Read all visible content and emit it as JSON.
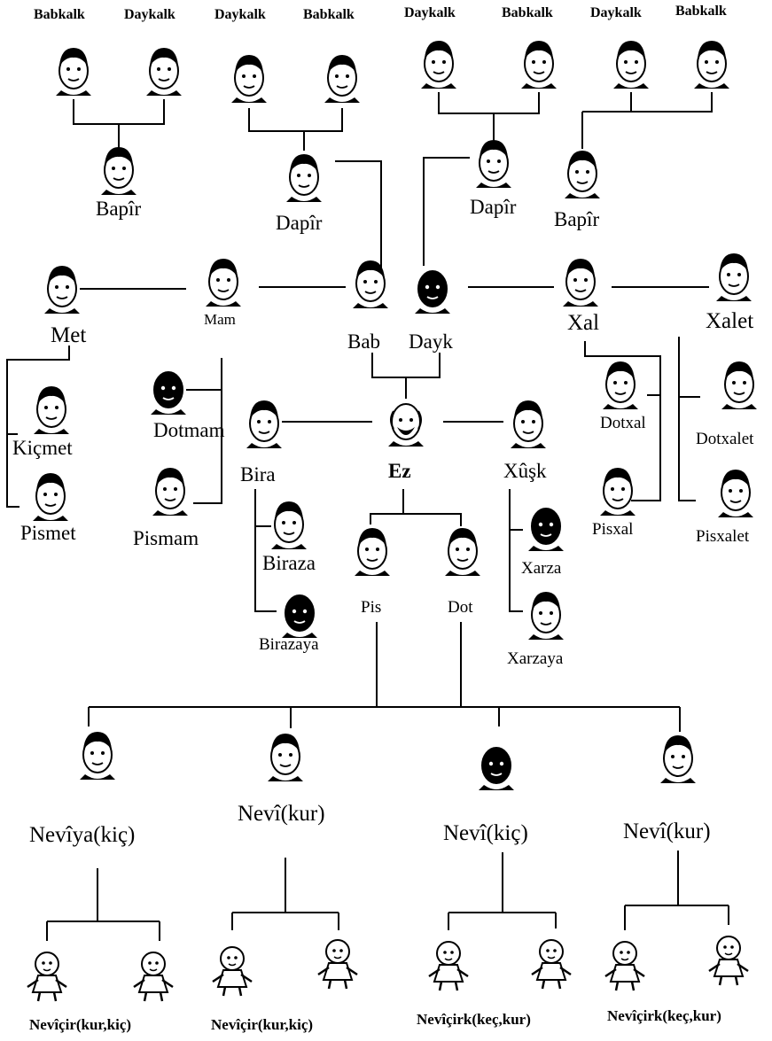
{
  "header": {
    "g1_m": "Babkalk",
    "g1_f": "Daykalk",
    "g2_f": "Daykalk",
    "g2_m": "Babkalk",
    "g3_f": "Daykalk",
    "g3_m": "Babkalk",
    "g4_f": "Daykalk",
    "g4_m": "Babkalk"
  },
  "grandparents": {
    "paternal_grandfather": "Bapîr",
    "paternal_grandmother": "Dapîr",
    "maternal_grandmother": "Dapîr",
    "maternal_grandfather": "Bapîr"
  },
  "parents_gen": {
    "met": "Met",
    "mam": "Mam",
    "bab": "Bab",
    "dayk": "Dayk",
    "xal": "Xal",
    "xalet": "Xalet"
  },
  "cousins": {
    "kicmet": "Kiçmet",
    "pismet": "Pismet",
    "dotmam": "Dotmam",
    "pismam": "Pismam",
    "dotxal": "Dotxal",
    "pisxal": "Pisxal",
    "dotxalet": "Dotxalet",
    "pisxalet": "Pisxalet"
  },
  "ego_gen": {
    "bira": "Bira",
    "ez": "Ez",
    "xusk": "Xûşk",
    "biraza": "Biraza",
    "birazaya": "Birazaya",
    "xarza": "Xarza",
    "xarzaya": "Xarzaya"
  },
  "children": {
    "pis": "Pis",
    "dot": "Dot"
  },
  "grandchildren": {
    "n1": "Nevîya(kiç)",
    "n2": "Nevî(kur)",
    "n3": "Nevî(kiç)",
    "n4": "Nevî(kur)"
  },
  "great_grandchildren": {
    "gg1": "Nevîçir(kur,kiç)",
    "gg2": "Nevîçir(kur,kiç)",
    "gg3": "Nevîçirk(keç,kur)",
    "gg4": "Nevîçirk(keç,kur)"
  },
  "colors": {
    "line": "#000000",
    "skin": "#ffffff",
    "ink": "#000000"
  },
  "portrait_icons": [
    "old-man-bearded-icon",
    "old-woman-icon",
    "woman-with-hat-icon",
    "man-with-cane-icon",
    "woman-with-headscarf-icon",
    "old-man-icon",
    "veiled-woman-icon",
    "bearded-man-icon",
    "grandfather-icon",
    "grandmother-icon",
    "woman-with-glasses-icon",
    "man-with-beard-icon",
    "woman-with-feathered-hat-icon",
    "man-with-cigar-icon",
    "man-with-turban-icon",
    "dark-haired-woman-icon",
    "man-with-top-hat-icon",
    "long-haired-woman-icon",
    "ego-bald-sunglasses-icon",
    "woman-with-sunglasses-icon",
    "toddler-icon",
    "baby-icon"
  ]
}
